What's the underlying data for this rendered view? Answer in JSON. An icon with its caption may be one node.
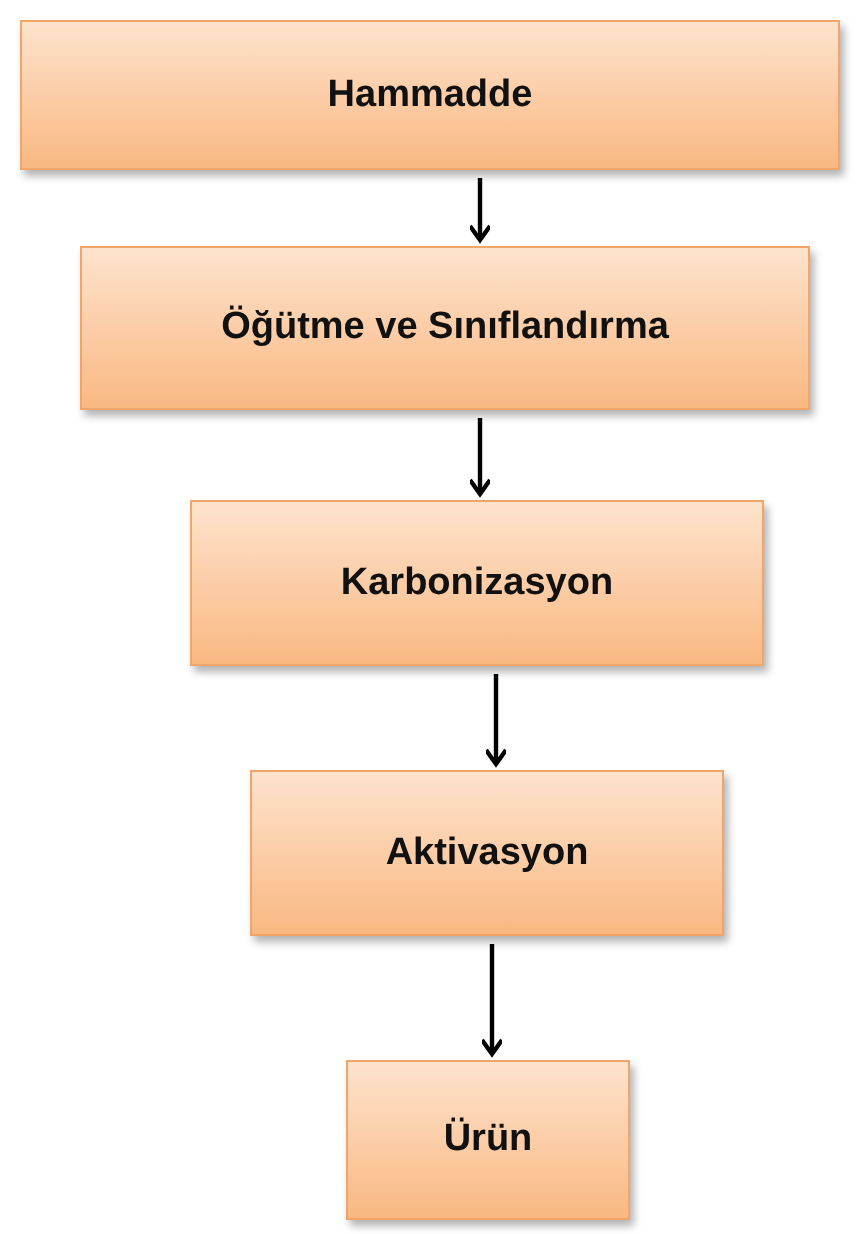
{
  "diagram": {
    "nodes": [
      {
        "text": [
          "Hammadde"
        ]
      },
      {
        "text": [
          "Öğütme ve Sınıflandırma"
        ]
      },
      {
        "text": [
          "Karbonizasyon"
        ]
      },
      {
        "text": [
          "Aktivasyon"
        ]
      },
      {
        "text": [
          "Ürün"
        ]
      }
    ],
    "edges": [
      {
        "from": 0,
        "to": 1,
        "arrow": "to"
      },
      {
        "from": 1,
        "to": 2,
        "arrow": "to"
      },
      {
        "from": 2,
        "to": 3,
        "arrow": "to"
      },
      {
        "from": 3,
        "to": 4,
        "arrow": "to"
      }
    ]
  }
}
